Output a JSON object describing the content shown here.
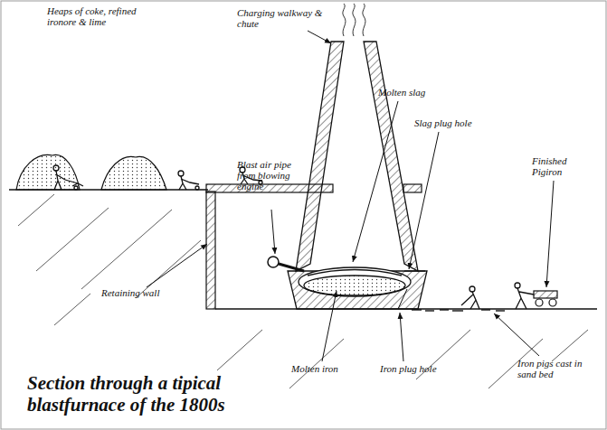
{
  "diagram": {
    "title": "Section through a tipical blastfurnace of the 1800s",
    "labels": [
      "Heaps of coke, refined ironore & lime",
      "Charging walkway & chute",
      "Molten slag",
      "Slag plug hole",
      "Blast air pipe from blowing engine",
      "Finished Pigiron",
      "Retaining wall",
      "Molten iron",
      "Iron plug hole",
      "Iron pigs cast in sand bed"
    ]
  }
}
